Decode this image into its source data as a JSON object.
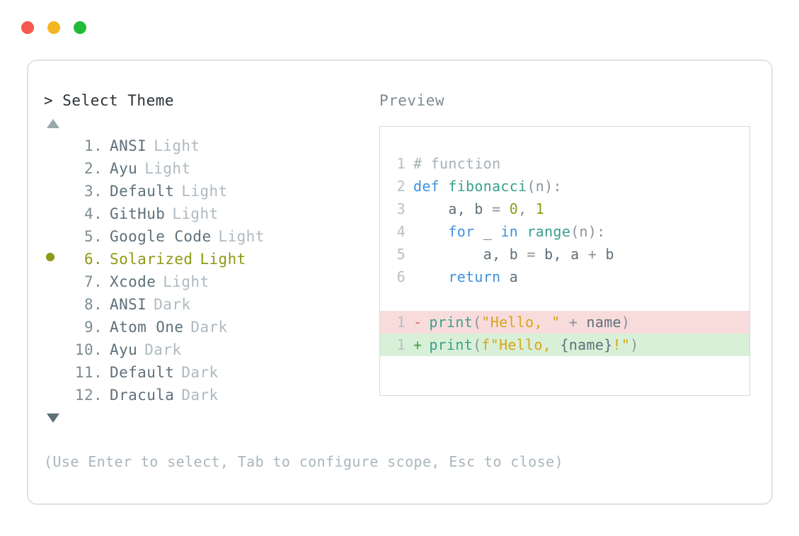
{
  "window": {
    "traffic_lights": [
      {
        "name": "close",
        "color": "#f4584f"
      },
      {
        "name": "minimize",
        "color": "#f5b721"
      },
      {
        "name": "zoom",
        "color": "#22bb3b"
      }
    ]
  },
  "picker": {
    "prompt": "> Select Theme",
    "scroll_up_icon": "triangle-up",
    "scroll_down_icon": "triangle-down",
    "selected_index": 6,
    "selected_color": "#8d9a14",
    "items": [
      {
        "index": "1",
        "name": "ANSI",
        "variant": "Light",
        "selected": false
      },
      {
        "index": "2",
        "name": "Ayu",
        "variant": "Light",
        "selected": false
      },
      {
        "index": "3",
        "name": "Default",
        "variant": "Light",
        "selected": false
      },
      {
        "index": "4",
        "name": "GitHub",
        "variant": "Light",
        "selected": false
      },
      {
        "index": "5",
        "name": "Google Code",
        "variant": "Light",
        "selected": false
      },
      {
        "index": "6",
        "name": "Solarized",
        "variant": "Light",
        "selected": true
      },
      {
        "index": "7",
        "name": "Xcode",
        "variant": "Light",
        "selected": false
      },
      {
        "index": "8",
        "name": "ANSI",
        "variant": "Dark",
        "selected": false
      },
      {
        "index": "9",
        "name": "Atom One",
        "variant": "Dark",
        "selected": false
      },
      {
        "index": "10",
        "name": "Ayu",
        "variant": "Dark",
        "selected": false
      },
      {
        "index": "11",
        "name": "Default",
        "variant": "Dark",
        "selected": false
      },
      {
        "index": "12",
        "name": "Dracula",
        "variant": "Dark",
        "selected": false
      }
    ]
  },
  "hint": "(Use Enter to select, Tab to configure scope, Esc to close)",
  "preview": {
    "label": "Preview",
    "code_lines": [
      {
        "n": "1",
        "tokens": [
          {
            "t": "# function",
            "c": "tok-comment"
          }
        ]
      },
      {
        "n": "2",
        "tokens": [
          {
            "t": "def ",
            "c": "tok-kw"
          },
          {
            "t": "fibonacci",
            "c": "tok-fn"
          },
          {
            "t": "(n):",
            "c": "tok-punc"
          }
        ]
      },
      {
        "n": "3",
        "tokens": [
          {
            "t": "    a, b ",
            "c": "tok-plain"
          },
          {
            "t": "= ",
            "c": "tok-punc"
          },
          {
            "t": "0",
            "c": "tok-num"
          },
          {
            "t": ", ",
            "c": "tok-punc"
          },
          {
            "t": "1",
            "c": "tok-num"
          }
        ]
      },
      {
        "n": "4",
        "tokens": [
          {
            "t": "    ",
            "c": "tok-plain"
          },
          {
            "t": "for ",
            "c": "tok-kw"
          },
          {
            "t": "_ ",
            "c": "tok-plain"
          },
          {
            "t": "in ",
            "c": "tok-kw"
          },
          {
            "t": "range",
            "c": "tok-fn"
          },
          {
            "t": "(n):",
            "c": "tok-punc"
          }
        ]
      },
      {
        "n": "5",
        "tokens": [
          {
            "t": "        a, b ",
            "c": "tok-plain"
          },
          {
            "t": "= ",
            "c": "tok-punc"
          },
          {
            "t": "b, a ",
            "c": "tok-plain"
          },
          {
            "t": "+ ",
            "c": "tok-punc"
          },
          {
            "t": "b",
            "c": "tok-plain"
          }
        ]
      },
      {
        "n": "6",
        "tokens": [
          {
            "t": "    ",
            "c": "tok-plain"
          },
          {
            "t": "return ",
            "c": "tok-kw"
          },
          {
            "t": "a",
            "c": "tok-plain"
          }
        ]
      }
    ],
    "diff_lines": [
      {
        "n": "1",
        "sign": "-",
        "kind": "minus",
        "tokens": [
          {
            "t": "print",
            "c": "tok-fn"
          },
          {
            "t": "(",
            "c": "tok-punc"
          },
          {
            "t": "\"Hello, \"",
            "c": "tok-str"
          },
          {
            "t": " + ",
            "c": "tok-punc"
          },
          {
            "t": "name",
            "c": "tok-plain"
          },
          {
            "t": ")",
            "c": "tok-punc"
          }
        ]
      },
      {
        "n": "1",
        "sign": "+",
        "kind": "plus",
        "tokens": [
          {
            "t": "print",
            "c": "tok-fn"
          },
          {
            "t": "(",
            "c": "tok-punc"
          },
          {
            "t": "f\"Hello, ",
            "c": "tok-str"
          },
          {
            "t": "{name}",
            "c": "tok-plain"
          },
          {
            "t": "!\"",
            "c": "tok-str"
          },
          {
            "t": ")",
            "c": "tok-punc"
          }
        ]
      }
    ],
    "diff_colors": {
      "minus_bg": "#f8dcdc",
      "plus_bg": "#d8f0d8",
      "minus_sign": "#e0615f",
      "plus_sign": "#4c9e4c"
    }
  }
}
